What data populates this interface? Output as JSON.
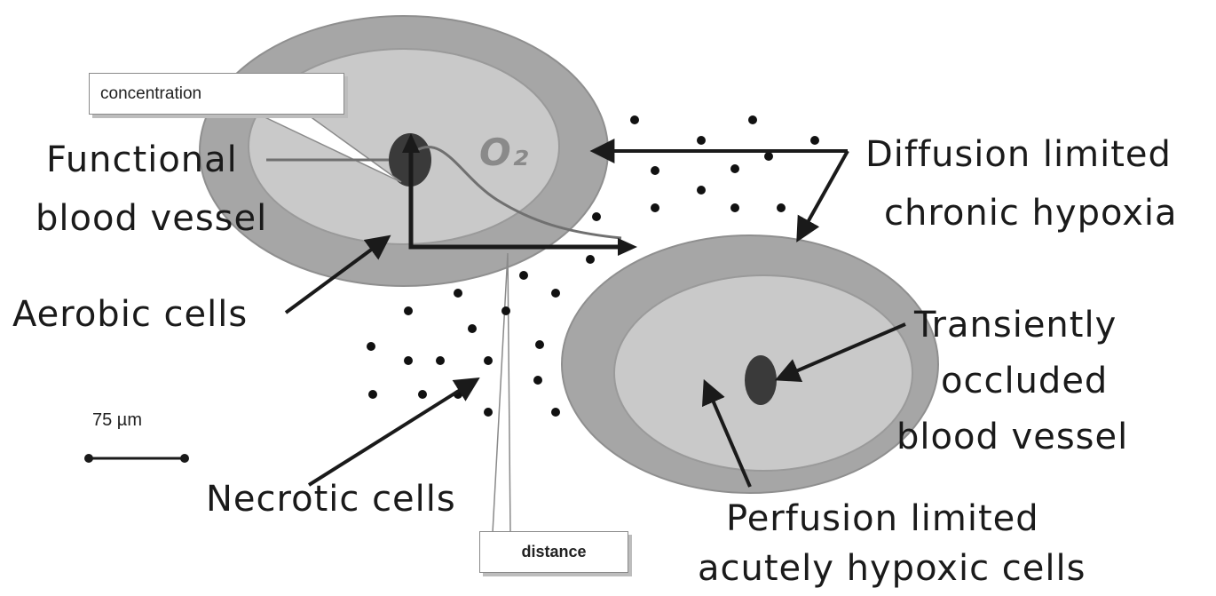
{
  "labels": {
    "concentration": "concentration",
    "distance": "distance",
    "o2": "O₂",
    "functional_line1": "Functional",
    "functional_line2": "blood vessel",
    "aerobic": "Aerobic cells",
    "necrotic": "Necrotic cells",
    "diffusion_line1": "Diffusion limited",
    "diffusion_line2": "chronic hypoxia",
    "transient_line1": "Transiently",
    "transient_line2": "occluded",
    "transient_line3": "blood vessel",
    "perfusion_line1": "Perfusion limited",
    "perfusion_line2": "acutely hypoxic cells",
    "scale": "75 µm"
  },
  "colors": {
    "outer_tissue": "#a6a6a6",
    "inner_tissue": "#c9c9c9",
    "vessel": "#3a3a3a",
    "ink": "#1a1a1a"
  }
}
